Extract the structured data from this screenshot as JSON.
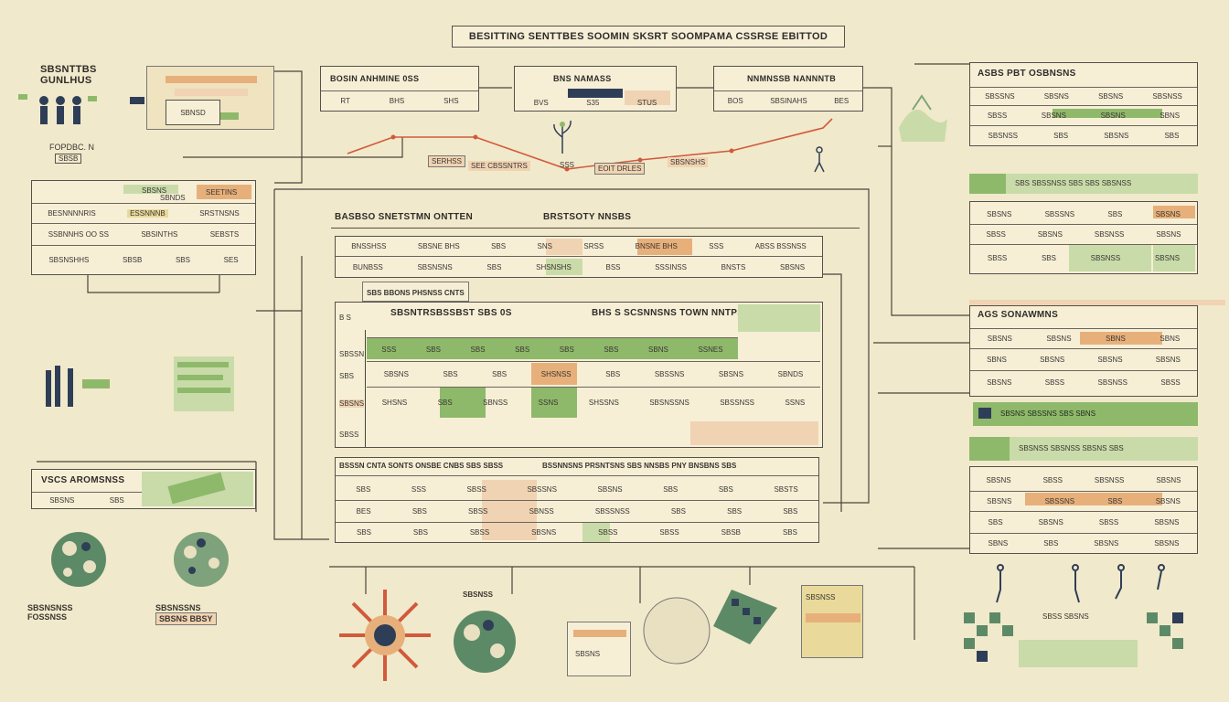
{
  "title": "BESITTING SENTTBES SOOMIN SKSRT SOOMPAMA CSSRSE EBITTOD",
  "top_left": {
    "title_l1": "SBSNTTBS",
    "title_l2": "GUNLHUS",
    "note": "FOPDBC. N",
    "note2": "SBSB",
    "tag": "SBNSD"
  },
  "top_boxes": [
    {
      "title": "BOSIN ANHMINE 0SS",
      "cells": [
        "RT",
        "BHS",
        "SHS"
      ]
    },
    {
      "title": "BNS NAMASS",
      "cells": [
        "BVS",
        "S35",
        "STUS"
      ]
    },
    {
      "title": "NNMNSSB NANNNTB",
      "cells": [
        "BOS",
        "SBSINAHS",
        "BES"
      ]
    }
  ],
  "flow_labels": [
    "SERHSS",
    "SEE CBSSNTRS",
    "SSS",
    "EOIT DRLES",
    "SBSNSHS"
  ],
  "left_table": {
    "top": [
      "SBSNS",
      "SBNDS",
      "SEETINS"
    ],
    "header": [
      "BESNNNNRIS",
      "ESSNNNB",
      "SRSTNSNS"
    ],
    "rows": [
      [
        "SSBNNHS OO SS",
        "SBSINTHS",
        "SEBSTS"
      ],
      [
        "SBSNSHHS",
        "SBSB",
        "SBS",
        "SES"
      ]
    ]
  },
  "center": {
    "head_left": "BASBSO SNETSTMN ONTTEN",
    "head_right": "BRSTSOTY NNSBS",
    "row1": [
      "BNSSHSS",
      "SBSNE BHS",
      "SBS",
      "SNS",
      "SRSS",
      "BNSNE BHS",
      "SSS",
      "ABSS BSSNSS"
    ],
    "row2": [
      "BUNBSS",
      "SBSNSNS",
      "SBS",
      "SHSNSHS",
      "BSS",
      "SSSINSS",
      "BNSTS",
      "SBSNS"
    ],
    "sub_title": "SBS BBONS PHSNSS CNTS",
    "mid_title_l": "SBSNTRSBSSBST SBS 0S",
    "mid_title_r": "BHS S SCSNNSNS TOWN NNTPSR",
    "grid_rows": [
      [
        "SSS",
        "SBS",
        "SBS",
        "SBS",
        "SBS",
        "SBS",
        "SBNS",
        "SSNES"
      ],
      [
        "SBSNS",
        "SBS",
        "SBS",
        "SHSNSS",
        "SBS",
        "SBSSNS",
        "SBSNS",
        "SBNDS"
      ],
      [
        "SHSNS",
        "SBS",
        "SBNSS",
        "SSNS",
        "SHSSNS",
        "SBSNSSNS",
        "SBSSNSS",
        "SSNS"
      ]
    ],
    "side_labels": [
      "B S",
      "SBSSN",
      "SBS",
      "SBSNS",
      "SBSS"
    ],
    "lower_title_l": "BSSSN CNTA   SONTS ONSBE CNBS   SBS SBSS",
    "lower_title_r": "BSSNNSNS PRSNTSNS SBS NNSBS PNY BNSBNS SBS",
    "lower_rows": [
      [
        "SBS",
        "SSS",
        "SBSS",
        "SBSSNS",
        "SBSNS",
        "SBS",
        "SBS",
        "SBSTS"
      ],
      [
        "BES",
        "SBS",
        "SBSS",
        "SBNSS",
        "SBSSNSS",
        "SBS",
        "SBS",
        "SBS"
      ],
      [
        "SBS",
        "SBS",
        "SBSS",
        "SBSNS",
        "SBSS",
        "SBSS",
        "SBSB",
        "SBS"
      ]
    ]
  },
  "right_top": {
    "title": "ASBS PBT OSBNSNS",
    "rows": [
      [
        "SBSSNS",
        "SBSNS",
        "SBSNS",
        "SBSNSS"
      ],
      [
        "SBSS",
        "SBSNS",
        "SBSNS",
        "SBNS"
      ],
      [
        "SBSNSS",
        "SBS",
        "SBSNS",
        "SBS"
      ]
    ],
    "green_row": "SBS SBSSNSS SBS SBS SBSNSS",
    "rows2": [
      [
        "SBSNS",
        "SBSSNS",
        "SBS",
        "SBSNS"
      ],
      [
        "SBSS",
        "SBSNS",
        "SBSNSS",
        "SBSNS"
      ],
      [
        "SBSS",
        "SBS",
        "SBSNSS",
        "SBSNS"
      ]
    ]
  },
  "right_mid": {
    "title": "AGS SONAWMNS",
    "rows": [
      [
        "SBSNS",
        "SBSNS",
        "SBNS",
        "SBNS"
      ],
      [
        "SBNS",
        "SBSNS",
        "SBSNS",
        "SBSNS"
      ],
      [
        "SBSNS",
        "SBSS",
        "SBSNSS",
        "SBSS"
      ]
    ],
    "green1": "SBSNS SBSSNS SBS SBNS",
    "green2": "SBSNSS SBSNSS SBSNS SBS"
  },
  "right_low": {
    "rows": [
      [
        "SBSNS",
        "SBSS",
        "SBSNSS",
        "SBSNS"
      ],
      [
        "SBSNS",
        "SBSSNS",
        "SBS",
        "SBSNS"
      ],
      [
        "SBS",
        "SBSNS",
        "SBSS",
        "SBSNS"
      ],
      [
        "SBNS",
        "SBS",
        "SBSNS",
        "SBSNS"
      ]
    ]
  },
  "left_bottom": {
    "title": "VSCS AROMSNSS",
    "row": [
      "SBSNS",
      "SBS"
    ],
    "caption1_l1": "SBSNSNSS",
    "caption1_l2": "FOSSNSS",
    "caption2_l1": "SBSNSSNS",
    "caption2_l2": "SBSNS BBSY"
  },
  "bottom_labels": [
    "SBSNSS",
    "SBSNS",
    "SBSNSS",
    "SBSS SBSNS"
  ],
  "colors": {
    "bg": "#f1e9cb",
    "line": "#4a453f",
    "green": "#8fb96a",
    "orange": "#e7b07a",
    "red": "#d15a3c",
    "navy": "#2f3e57"
  }
}
